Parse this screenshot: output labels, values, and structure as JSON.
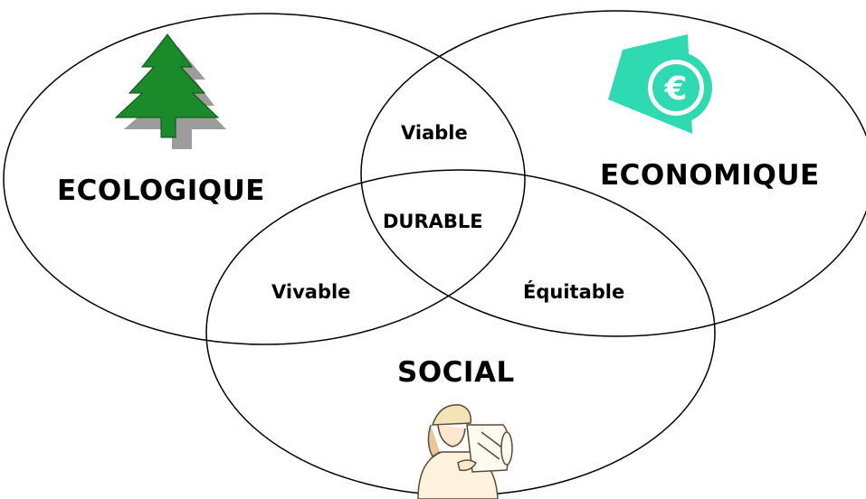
{
  "circles": {
    "ecologique": "ECOLOGIQUE",
    "economique": "ECONOMIQUE",
    "social": "SOCIAL"
  },
  "intersections": {
    "viable": "Viable",
    "durable": "DURABLE",
    "vivable": "Vivable",
    "equitable": "Équitable"
  },
  "icons": {
    "ecologique": "pine-tree-icon",
    "economique": "euro-bill-icon",
    "social": "engineer-blueprint-icon"
  },
  "colors": {
    "tree": "#1a8a2a",
    "tree_shadow": "#9c9c9c",
    "euro_bill": "#2fd9b2",
    "outline": "#000000"
  }
}
